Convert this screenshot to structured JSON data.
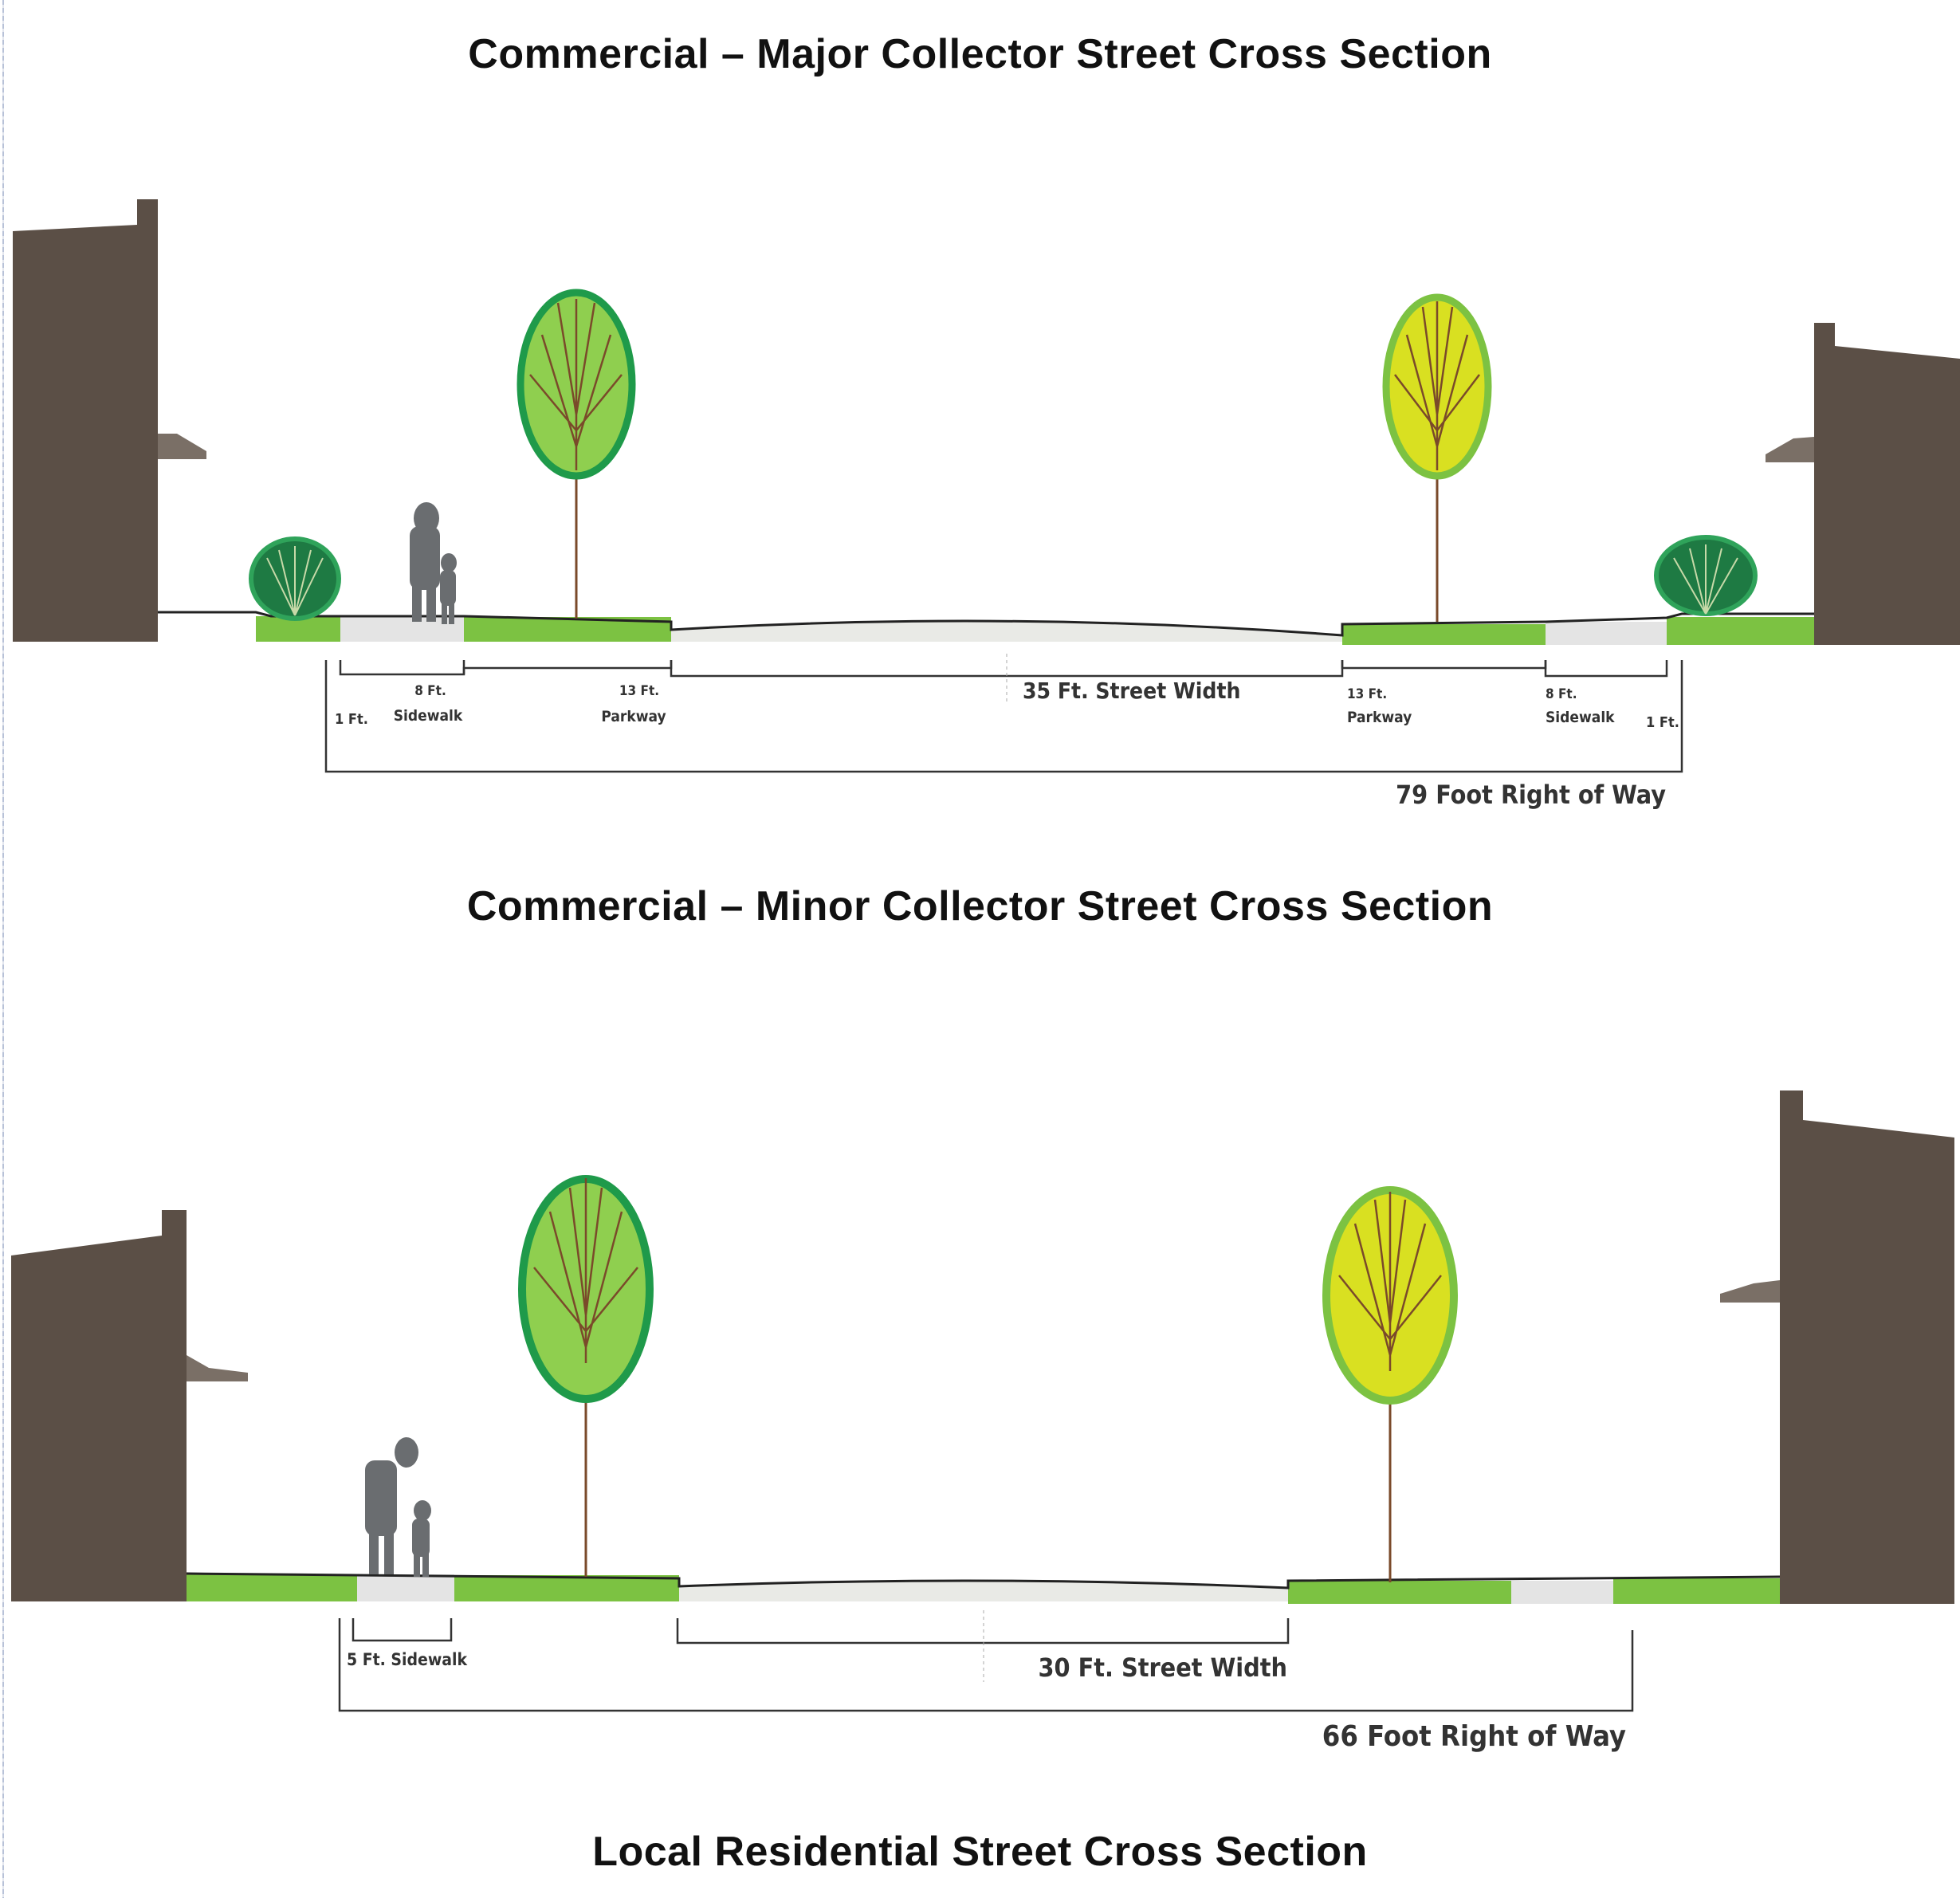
{
  "sections": [
    {
      "title": "Commercial – Major Collector Street Cross Section",
      "labels": {
        "left_buffer": "1 Ft.",
        "left_sidewalk_width": "8 Ft.",
        "left_sidewalk": "Sidewalk",
        "left_parkway_width": "13 Ft.",
        "left_parkway": "Parkway",
        "street": "35 Ft. Street Width",
        "right_parkway_width": "13 Ft.",
        "right_parkway": "Parkway",
        "right_sidewalk_width": "8 Ft.",
        "right_sidewalk": "Sidewalk",
        "right_buffer": "1 Ft.",
        "right_of_way": "79 Foot Right of Way"
      }
    },
    {
      "title": "Commercial – Minor Collector Street Cross Section",
      "labels": {
        "sidewalk": "5 Ft. Sidewalk",
        "street": "30 Ft. Street Width",
        "right_of_way": "66 Foot Right of Way"
      }
    },
    {
      "title": "Local Residential Street Cross Section"
    }
  ],
  "colors": {
    "building": "#5b4f46",
    "awning": "#7a6f66",
    "grass": "#7cc242",
    "sidewalk": "#e4e4e4",
    "street": "#e9eae6",
    "tree_green_fill": "#8fcf4f",
    "tree_green_outline": "#1f9a4a",
    "tree_yellow_fill": "#d9e021",
    "tree_yellow_outline": "#7cc242",
    "trunk": "#7a4a2a",
    "shrub": "#1e7a43",
    "pedestrian": "#6a6d70",
    "dimension_line": "#333333"
  }
}
